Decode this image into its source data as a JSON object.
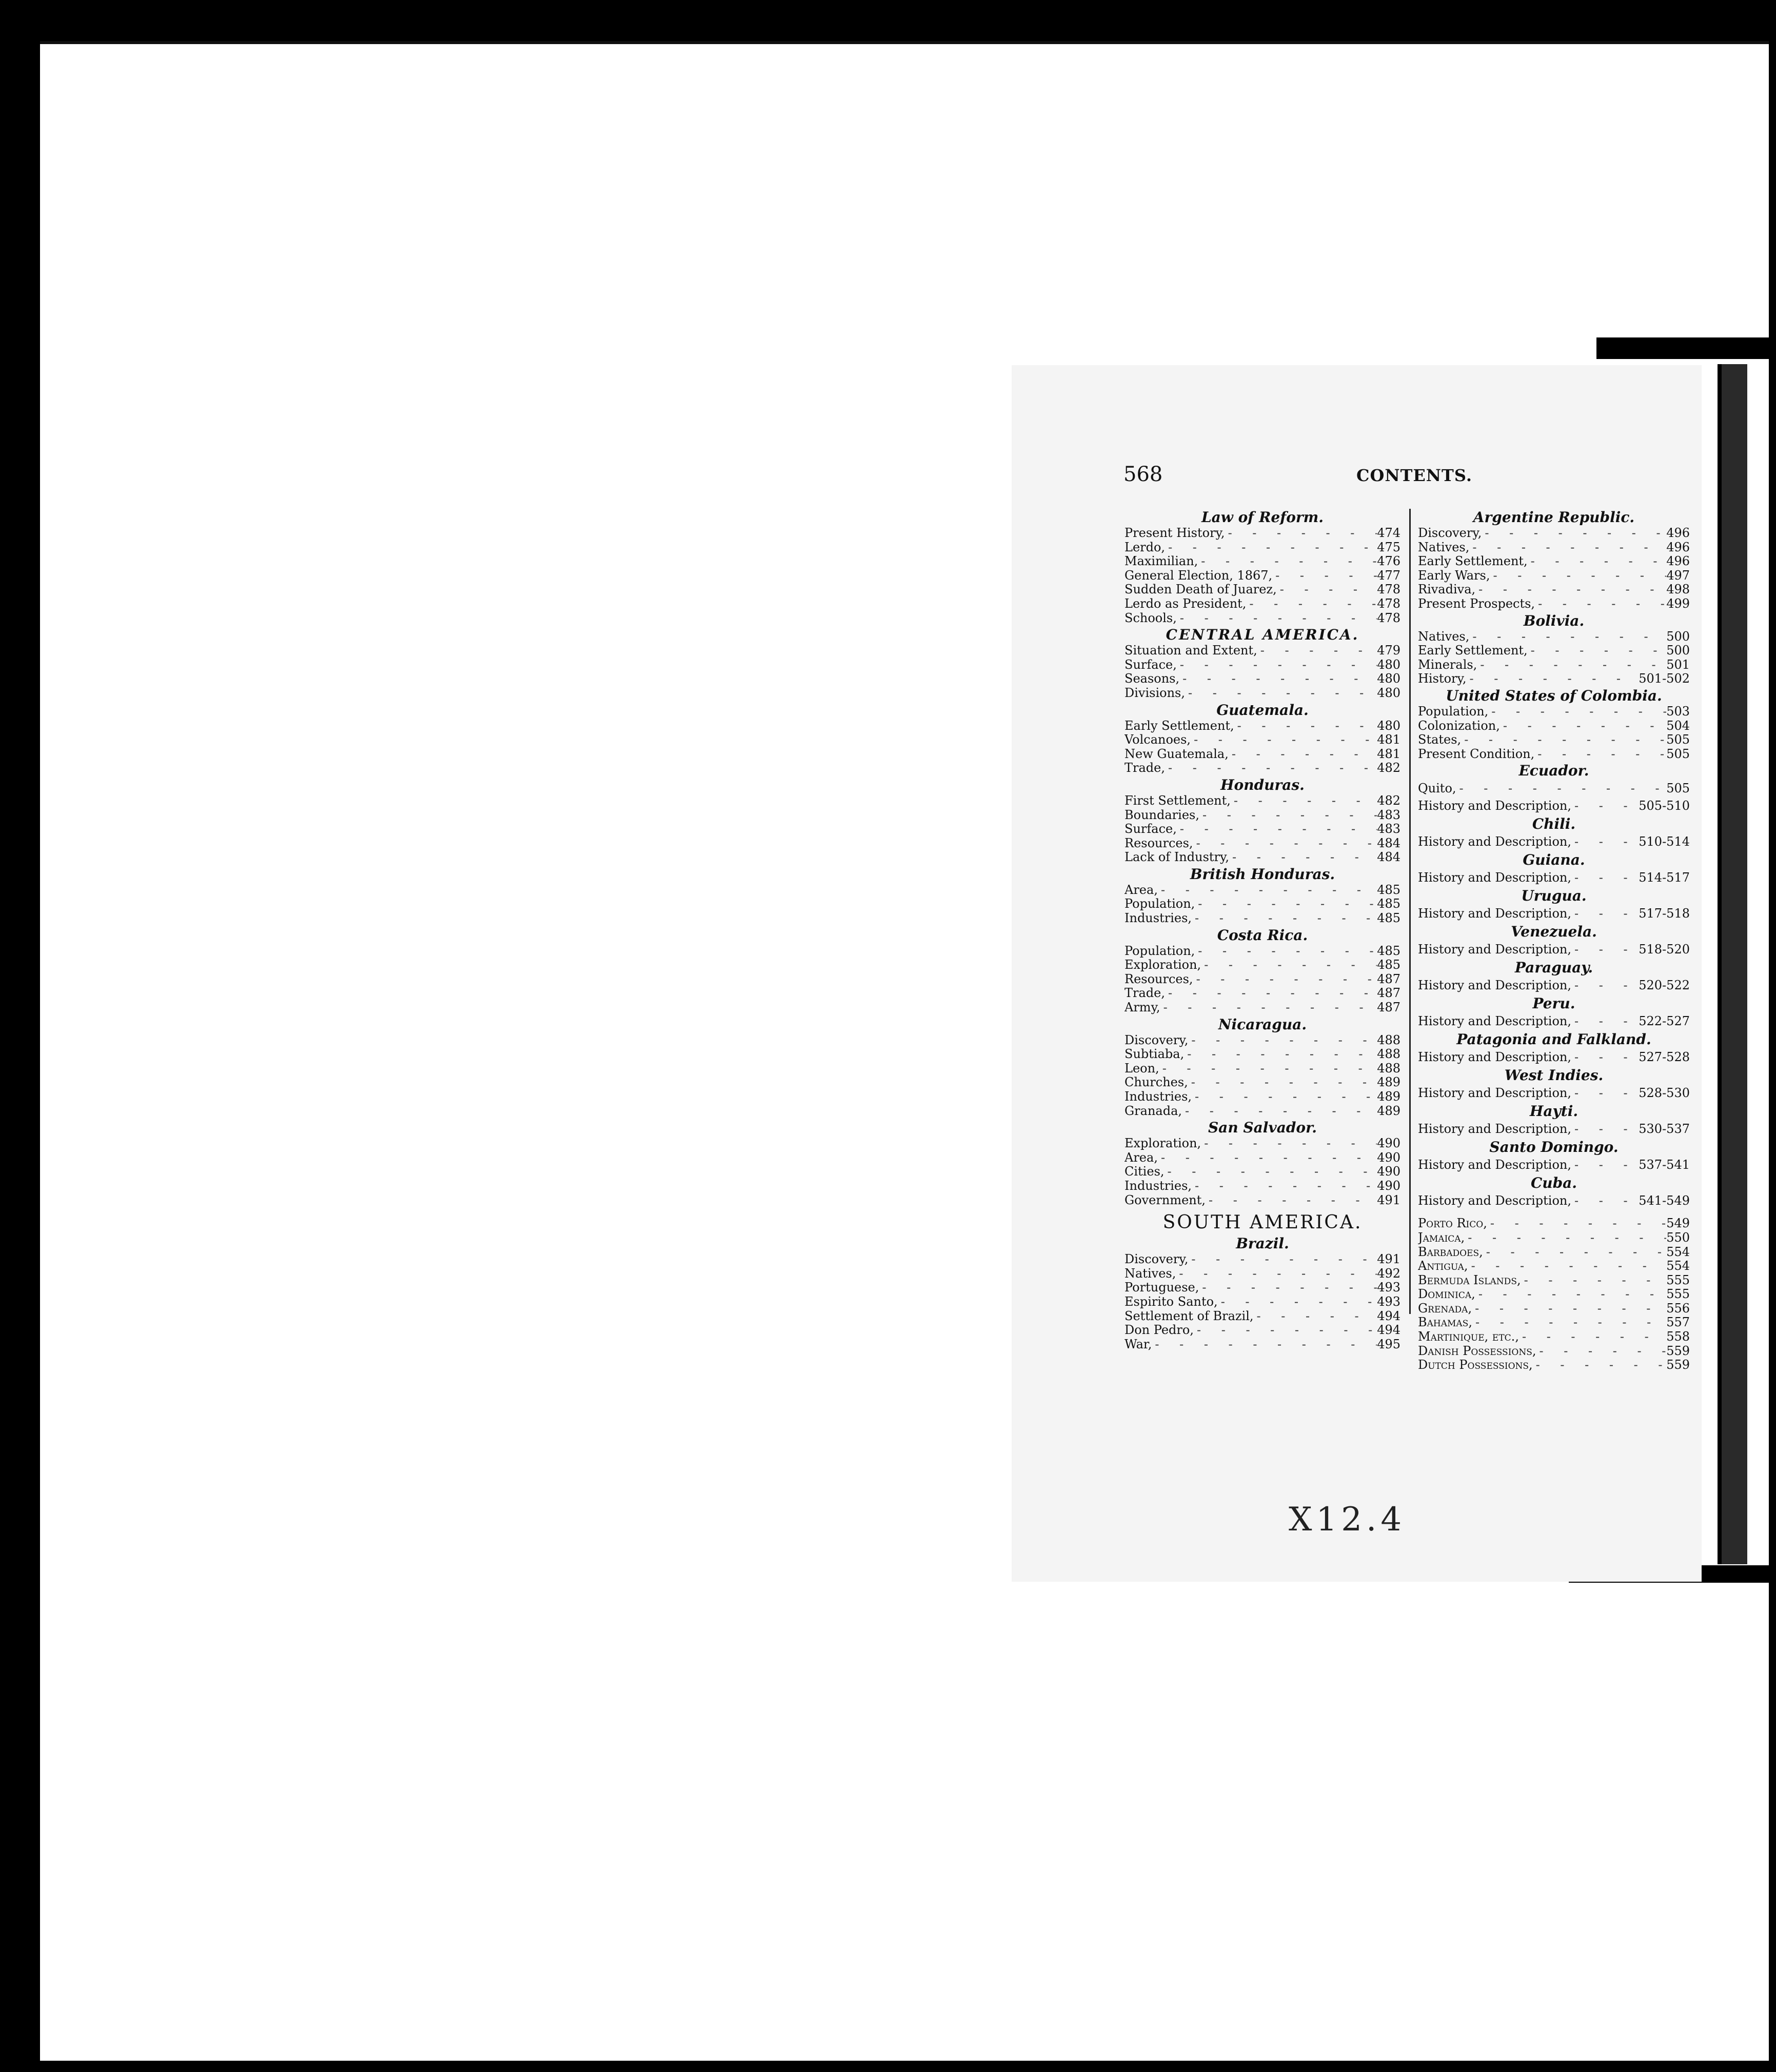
{
  "page": {
    "number": "568",
    "title": "CONTENTS.",
    "stamp": "X12.4"
  },
  "left_column": [
    {
      "title": "Law of Reform.",
      "entries": [
        {
          "label": "Present History,",
          "page": "474"
        },
        {
          "label": "Lerdo,",
          "page": "475"
        },
        {
          "label": "Maximilian,",
          "page": "476"
        },
        {
          "label": "General Election, 1867,",
          "page": "477"
        },
        {
          "label": "Sudden Death of Juarez,",
          "page": "478"
        },
        {
          "label": "Lerdo as President,",
          "page": "478"
        },
        {
          "label": "Schools,",
          "page": "478"
        }
      ]
    },
    {
      "title": "CENTRAL AMERICA.",
      "entries": [
        {
          "label": "Situation and Extent,",
          "page": "479"
        },
        {
          "label": "Surface,",
          "page": "480"
        },
        {
          "label": "Seasons,",
          "page": "480"
        },
        {
          "label": "Divisions,",
          "page": "480"
        }
      ]
    },
    {
      "title": "Guatemala.",
      "entries": [
        {
          "label": "Early Settlement,",
          "page": "480"
        },
        {
          "label": "Volcanoes,",
          "page": "481"
        },
        {
          "label": "New Guatemala,",
          "page": "481"
        },
        {
          "label": "Trade,",
          "page": "482"
        }
      ]
    },
    {
      "title": "Honduras.",
      "entries": [
        {
          "label": "First Settlement,",
          "page": "482"
        },
        {
          "label": "Boundaries,",
          "page": "483"
        },
        {
          "label": "Surface,",
          "page": "483"
        },
        {
          "label": "Resources,",
          "page": "484"
        },
        {
          "label": "Lack of Industry,",
          "page": "484"
        }
      ]
    },
    {
      "title": "British Honduras.",
      "entries": [
        {
          "label": "Area,",
          "page": "485"
        },
        {
          "label": "Population,",
          "page": "485"
        },
        {
          "label": "Industries,",
          "page": "485"
        }
      ]
    },
    {
      "title": "Costa Rica.",
      "entries": [
        {
          "label": "Population,",
          "page": "485"
        },
        {
          "label": "Exploration,",
          "page": "485"
        },
        {
          "label": "Resources,",
          "page": "487"
        },
        {
          "label": "Trade,",
          "page": "487"
        },
        {
          "label": "Army,",
          "page": "487"
        }
      ]
    },
    {
      "title": "Nicaragua.",
      "entries": [
        {
          "label": "Discovery,",
          "page": "488"
        },
        {
          "label": "Subtiaba,",
          "page": "488"
        },
        {
          "label": "Leon,",
          "page": "488"
        },
        {
          "label": "Churches,",
          "page": "489"
        },
        {
          "label": "Industries,",
          "page": "489"
        },
        {
          "label": "Granada,",
          "page": "489"
        }
      ]
    },
    {
      "title": "San Salvador.",
      "entries": [
        {
          "label": "Exploration,",
          "page": "490"
        },
        {
          "label": "Area,",
          "page": "490"
        },
        {
          "label": "Cities,",
          "page": "490"
        },
        {
          "label": "Industries,",
          "page": "490"
        },
        {
          "label": "Government,",
          "page": "491"
        }
      ]
    },
    {
      "title": "SOUTH AMERICA.",
      "entries": []
    },
    {
      "title": "Brazil.",
      "entries": [
        {
          "label": "Discovery,",
          "page": "491"
        },
        {
          "label": "Natives,",
          "page": "492"
        },
        {
          "label": "Portuguese,",
          "page": "493"
        },
        {
          "label": "Espirito Santo,",
          "page": "493"
        },
        {
          "label": "Settlement of Brazil,",
          "page": "494"
        },
        {
          "label": "Don Pedro,",
          "page": "494"
        },
        {
          "label": "War,",
          "page": "495"
        }
      ]
    }
  ],
  "right_column": [
    {
      "title": "Argentine Republic.",
      "entries": [
        {
          "label": "Discovery,",
          "page": "496"
        },
        {
          "label": "Natives,",
          "page": "496"
        },
        {
          "label": "Early Settlement,",
          "page": "496"
        },
        {
          "label": "Early Wars,",
          "page": "497"
        },
        {
          "label": "Rivadiva,",
          "page": "498"
        },
        {
          "label": "Present Prospects,",
          "page": "499"
        }
      ]
    },
    {
      "title": "Bolivia.",
      "entries": [
        {
          "label": "Natives,",
          "page": "500"
        },
        {
          "label": "Early Settlement,",
          "page": "500"
        },
        {
          "label": "Minerals,",
          "page": "501"
        },
        {
          "label": "History,",
          "page": "501-502"
        }
      ]
    },
    {
      "title": "United States of Colombia.",
      "entries": [
        {
          "label": "Population,",
          "page": "503"
        },
        {
          "label": "Colonization,",
          "page": "504"
        },
        {
          "label": "States,",
          "page": "505"
        },
        {
          "label": "Present Condition,",
          "page": "505"
        }
      ]
    },
    {
      "title": "Ecuador.",
      "entries": [
        {
          "label": "Quito,",
          "page": "505"
        },
        {
          "label": "History and Description,",
          "page": "505-510"
        }
      ]
    },
    {
      "title": "Chili.",
      "entries": [
        {
          "label": "History and Description,",
          "page": "510-514"
        }
      ]
    },
    {
      "title": "Guiana.",
      "entries": [
        {
          "label": "History and Description,",
          "page": "514-517"
        }
      ]
    },
    {
      "title": "Urugua.",
      "entries": [
        {
          "label": "History and Description,",
          "page": "517-518"
        }
      ]
    },
    {
      "title": "Venezuela.",
      "entries": [
        {
          "label": "History and Description,",
          "page": "518-520"
        }
      ]
    },
    {
      "title": "Paraguay.",
      "entries": [
        {
          "label": "History and Description,",
          "page": "520-522"
        }
      ]
    },
    {
      "title": "Peru.",
      "entries": [
        {
          "label": "History and Description,",
          "page": "522-527"
        }
      ]
    },
    {
      "title": "Patagonia and Falkland.",
      "entries": [
        {
          "label": "History and Description,",
          "page": "527-528"
        }
      ]
    },
    {
      "title": "West Indies.",
      "entries": [
        {
          "label": "History and Description,",
          "page": "528-530"
        }
      ]
    },
    {
      "title": "Hayti.",
      "entries": [
        {
          "label": "History and Description,",
          "page": "530-537"
        }
      ]
    },
    {
      "title": "Santo Domingo.",
      "entries": [
        {
          "label": "History and Description,",
          "page": "537-541"
        }
      ]
    },
    {
      "title": "Cuba.",
      "entries": [
        {
          "label": "History and Description,",
          "page": "541-549"
        }
      ]
    },
    {
      "title": "",
      "entries": [
        {
          "label": "Porto Rico,",
          "page": "549"
        },
        {
          "label": "Jamaica,",
          "page": "550"
        },
        {
          "label": "Barbadoes,",
          "page": "554"
        },
        {
          "label": "Antigua,",
          "page": "554"
        },
        {
          "label": "Bermuda Islands,",
          "page": "555"
        },
        {
          "label": "Dominica,",
          "page": "555"
        },
        {
          "label": "Grenada,",
          "page": "556"
        },
        {
          "label": "Bahamas,",
          "page": "557"
        },
        {
          "label": "Martinique, etc.,",
          "page": "558"
        },
        {
          "label": "Danish Possessions,",
          "page": "559"
        },
        {
          "label": "Dutch Possessions,",
          "page": "559"
        }
      ]
    }
  ]
}
